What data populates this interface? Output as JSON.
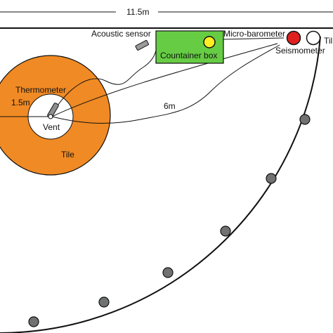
{
  "labels": {
    "top_span": "11.5m",
    "acoustic_sensor": "Acoustic sensor",
    "container_box": "Countainer box",
    "micro_barometer": "Micro-barometer",
    "seismometer": "Seismometer",
    "tilt_cut": "Til",
    "thermometer": "Thermometer",
    "radius_small": "1.5m",
    "vent": "Vent",
    "tile": "Tile",
    "cable_length": "6m"
  },
  "colors": {
    "tile": "#f08a24",
    "container": "#66cc44",
    "micro_barometer_dot": "#ffee22",
    "seismometer": "#e02020",
    "tilt_meter": "#ffffff",
    "perimeter_sensor": "#6f7270",
    "outline": "#111111"
  },
  "icons": [
    "acoustic-sensor-icon",
    "thermometer-icon",
    "micro-barometer-icon",
    "seismometer-icon",
    "tiltmeter-icon",
    "perimeter-sensor-icon"
  ]
}
